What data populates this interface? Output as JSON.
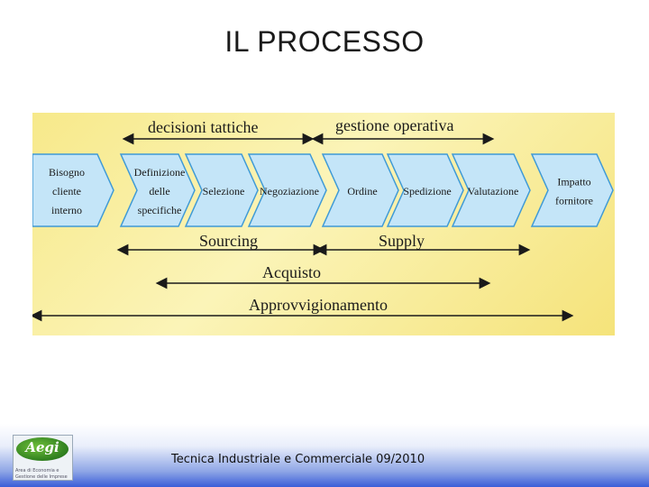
{
  "title": "IL PROCESSO",
  "diagram": {
    "top_labels": {
      "left": "decisioni tattiche",
      "right": "gestione operativa"
    },
    "steps": [
      {
        "lines": [
          "Bisogno",
          "cliente",
          "interno"
        ]
      },
      {
        "lines": [
          "Definizione",
          "delle",
          "specifiche"
        ]
      },
      {
        "lines": [
          "Selezione"
        ]
      },
      {
        "lines": [
          "Negoziazione"
        ]
      },
      {
        "lines": [
          "Ordine"
        ]
      },
      {
        "lines": [
          "Spedizione"
        ]
      },
      {
        "lines": [
          "Valutazione"
        ]
      },
      {
        "lines": [
          "Impatto",
          "fornitore"
        ]
      }
    ],
    "spans": {
      "sourcing": "Sourcing",
      "supply": "Supply",
      "acquisto": "Acquisto",
      "approvvigionamento": "Approvvigionamento"
    },
    "colors": {
      "chevron_fill": "#c4e5f8",
      "chevron_stroke": "#3f9ad6",
      "background": "#f7e98a"
    }
  },
  "footer": {
    "text": "Tecnica Industriale e Commerciale 09/2010",
    "logo": {
      "name": "Aegi",
      "sub1": "Area di Economia e",
      "sub2": "Gestione delle Imprese"
    }
  }
}
